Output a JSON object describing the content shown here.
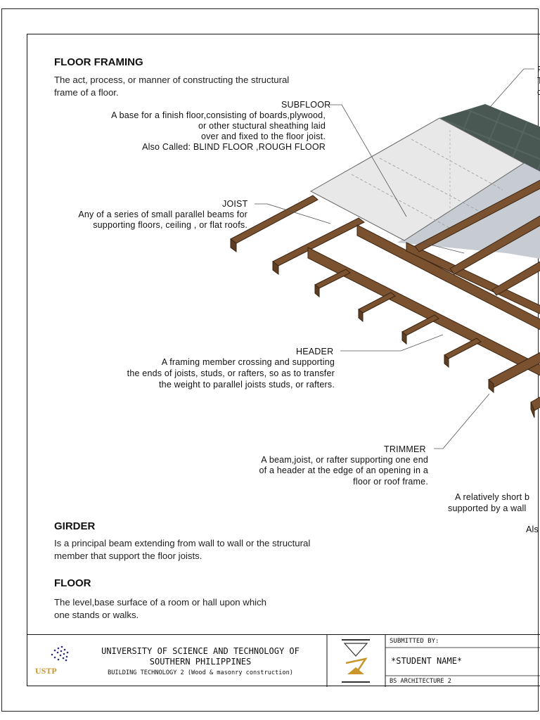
{
  "floor_framing": {
    "title": "FLOOR FRAMING",
    "desc1": "The act, process, or manner of constructing the structural",
    "desc2": "frame of a floor."
  },
  "subfloor": {
    "label": "SUBFLOOR",
    "l1": "A base for a finish floor,consisting of boards,plywood,",
    "l2": "or other stuctural sheathing laid",
    "l3": "over and fixed to the floor joist.",
    "l4": "Also Called: BLIND FLOOR ,ROUGH FLOOR"
  },
  "joist": {
    "label": "JOIST",
    "l1": "Any of a series of small parallel beams for",
    "l2": "supporting floors, ceiling , or flat roofs."
  },
  "header": {
    "label": "HEADER",
    "l1": "A framing member crossing and supporting",
    "l2": "the ends of joists, studs, or rafters, so as to transfer",
    "l3": "the weight to parallel joists studs, or rafters."
  },
  "trimmer": {
    "label": "TRIMMER",
    "l1": "A beam,joist, or rafter supporting one end",
    "l2": "of a header at the edge of an opening in a",
    "l3": "floor or roof frame."
  },
  "partial": {
    "l1": "A relatively short b",
    "l2": "supported by a wall",
    "l3": "Als"
  },
  "top_right": {
    "l1": "F",
    "l2": "T",
    "l3": "c"
  },
  "girder": {
    "title": "GIRDER",
    "l1": "Is a principal beam extending from wall to wall or the structural",
    "l2": "member that support the floor joists."
  },
  "floor": {
    "title": "FLOOR",
    "l1": "The level,base surface of a room or hall upon which",
    "l2": "one stands or walks."
  },
  "title_block": {
    "logo_text": "USTP",
    "uni1": "UNIVERSITY OF SCIENCE AND TECHNOLOGY OF",
    "uni2": "SOUTHERN PHILIPPINES",
    "course": "BUILDING TECHNOLOGY 2 (Wood & masonry construction)",
    "submitted_by": "SUBMITTED BY:",
    "student": "*STUDENT NAME*",
    "program": "BS ARCHITECTURE 2"
  },
  "colors": {
    "wood": "#7a5230",
    "wood_dark": "#4e3219",
    "tile": "#4f5e5a",
    "sheet": "#e6e6e6"
  }
}
